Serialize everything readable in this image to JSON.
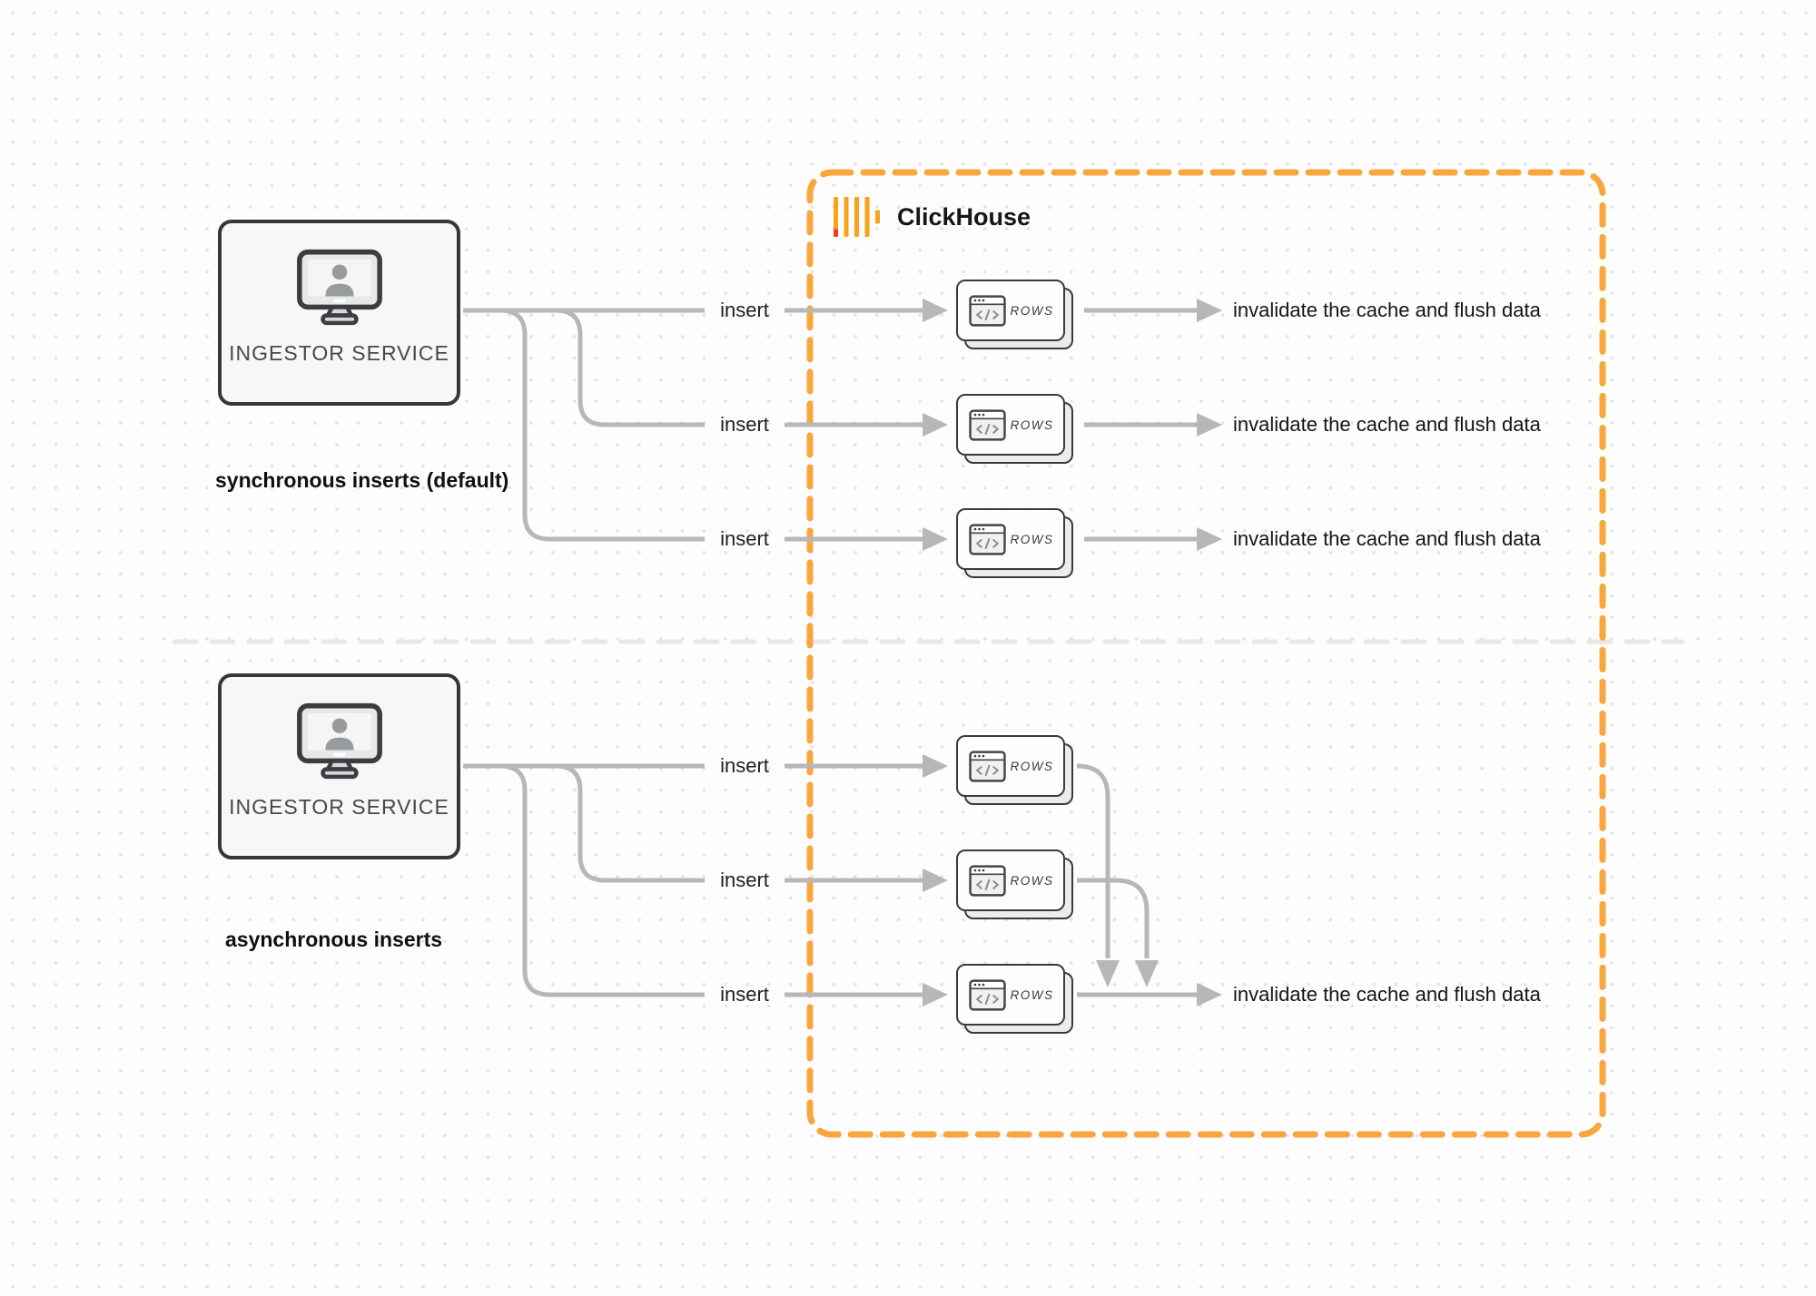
{
  "clickhouse": {
    "label": "ClickHouse"
  },
  "sync": {
    "service_label": "INGESTOR SERVICE",
    "caption": "synchronous inserts (default)",
    "rows": [
      {
        "insert_label": "insert",
        "chip_label": "ROWS",
        "result_label": "invalidate the cache and flush data"
      },
      {
        "insert_label": "insert",
        "chip_label": "ROWS",
        "result_label": "invalidate the cache and flush data"
      },
      {
        "insert_label": "insert",
        "chip_label": "ROWS",
        "result_label": "invalidate the cache and flush data"
      }
    ]
  },
  "async": {
    "service_label": "INGESTOR SERVICE",
    "caption": "asynchronous inserts",
    "rows": [
      {
        "insert_label": "insert",
        "chip_label": "ROWS"
      },
      {
        "insert_label": "insert",
        "chip_label": "ROWS"
      },
      {
        "insert_label": "insert",
        "chip_label": "ROWS"
      }
    ],
    "result_label": "invalidate the cache and flush data"
  },
  "colors": {
    "accent_orange": "#F9A63F",
    "logo_bar_orange": "#F9A319",
    "logo_accent_red": "#F43535",
    "connector_gray": "#B7B7B7",
    "divider_gray": "#E8E8E8"
  }
}
